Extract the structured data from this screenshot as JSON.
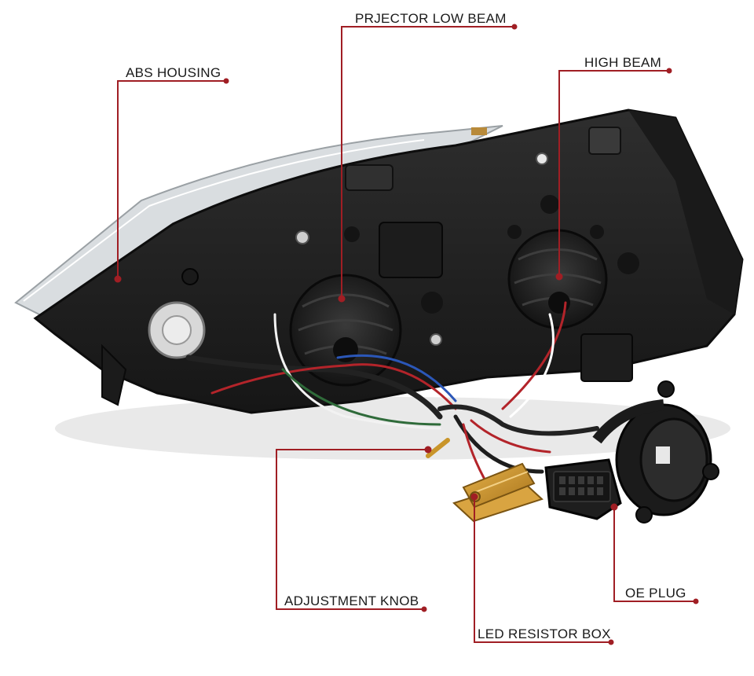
{
  "callouts": {
    "projector_low_beam": "PRJECTOR LOW BEAM",
    "abs_housing": "ABS HOUSING",
    "high_beam": "HIGH BEAM",
    "adjustment_knob": "ADJUSTMENT KNOB",
    "oe_plug": "OE PLUG",
    "led_resistor_box": "LED RESISTOR BOX"
  },
  "colors": {
    "leader": "#a01e24",
    "housing": "#222222",
    "housing_dark": "#111111",
    "resistor": "#c9952a",
    "background": "#ffffff"
  }
}
